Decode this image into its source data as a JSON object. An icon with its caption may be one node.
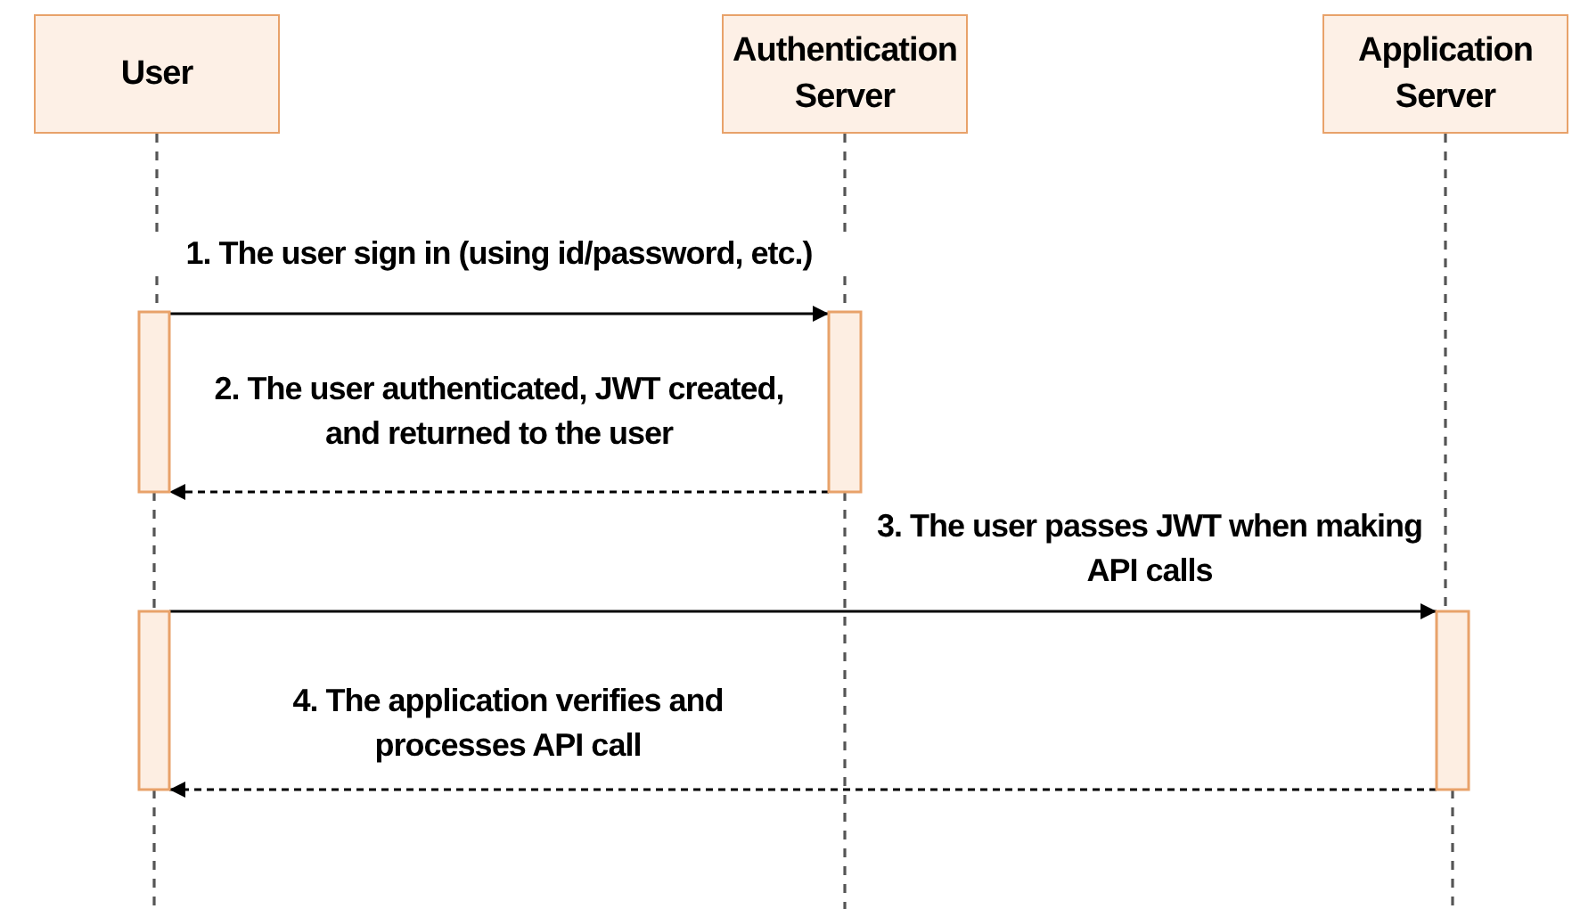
{
  "diagram": {
    "nodes": [
      {
        "text": [
          "User"
        ]
      },
      {
        "text": [
          "Authentication Server"
        ]
      },
      {
        "text": [
          "Application Server"
        ]
      },
      {
        "text": [],
        "shape": "bar"
      },
      {
        "text": [],
        "shape": "bar"
      },
      {
        "text": [],
        "shape": "bar"
      },
      {
        "text": [],
        "shape": "bar"
      }
    ],
    "edges": [
      {
        "from": 0,
        "to": 3,
        "arrow": "none",
        "style": "dashed",
        "color": "#555555"
      },
      {
        "from": 3,
        "to": 5,
        "arrow": "none",
        "style": "dashed",
        "color": "#555555"
      },
      {
        "from": 5,
        "to": null,
        "arrow": "none",
        "style": "dashed",
        "color": "#555555"
      },
      {
        "from": 1,
        "to": 4,
        "arrow": "none",
        "style": "dashed",
        "color": "#555555"
      },
      {
        "from": 4,
        "to": null,
        "arrow": "none",
        "style": "dashed",
        "color": "#555555"
      },
      {
        "from": 2,
        "to": 6,
        "arrow": "none",
        "style": "dashed",
        "color": "#555555"
      },
      {
        "from": 6,
        "to": null,
        "arrow": "none",
        "style": "dashed",
        "color": "#555555"
      },
      {
        "from": 3,
        "to": 4,
        "arrow": "to",
        "label": "1. The user sign in (using id/password, etc.)"
      },
      {
        "from": 4,
        "to": 3,
        "arrow": "to",
        "style": "dashed",
        "label": "2. The user authenticated, JWT created, and returned to the user"
      },
      {
        "from": 5,
        "to": 6,
        "arrow": "to",
        "label": "3. The user passes JWT when making API calls"
      },
      {
        "from": 6,
        "to": 5,
        "arrow": "to",
        "style": "dashed",
        "label": "4. The application verifies and processes API call"
      }
    ]
  }
}
